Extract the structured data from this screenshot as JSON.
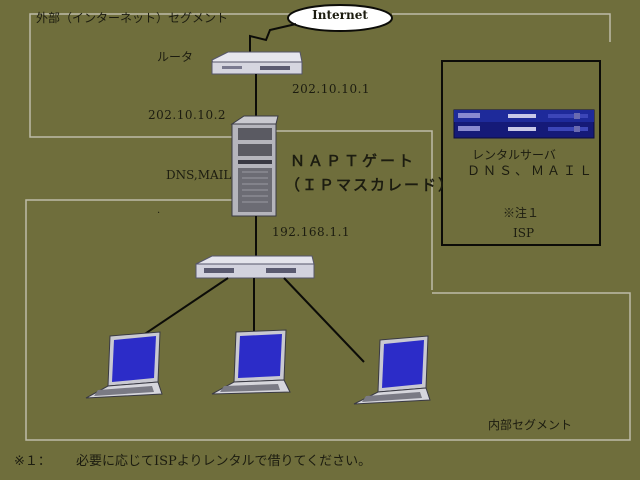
{
  "segments": {
    "external": "外部（インターネット）セグメント",
    "internal": "内部セグメント"
  },
  "internet": "Internet",
  "router": {
    "label": "ルータ",
    "ip_lan": "202.10.10.1"
  },
  "gateway": {
    "wan_ip": "202.10.10.2",
    "services": "DNS,MAIL",
    "title_line1": "ＮＡＰＴゲート",
    "title_line2": "（ＩＰマスカレード）",
    "lan_ip": "192.168.1.1"
  },
  "isp_box": {
    "line1": "レンタルサーバ",
    "line2": "ＤＮＳ、ＭＡＩＬ",
    "note": "※注１",
    "isp": "ISP"
  },
  "footnote": {
    "mark": "※１：",
    "text": "必要に応じてISPよりレンタルで借りてください。"
  },
  "dot": "."
}
